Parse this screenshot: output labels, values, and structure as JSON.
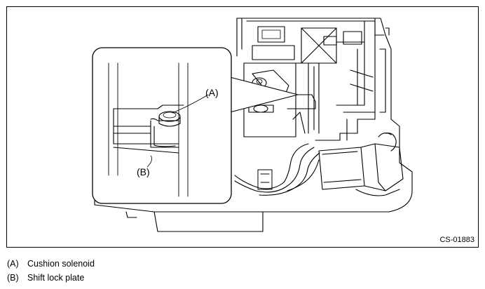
{
  "figure": {
    "code": "CS-01883",
    "callouts": [
      {
        "key": "a",
        "label": "(A)"
      },
      {
        "key": "b",
        "label": "(B)"
      }
    ]
  },
  "legend": [
    {
      "key": "(A)",
      "text": "Cushion solenoid"
    },
    {
      "key": "(B)",
      "text": "Shift lock plate"
    }
  ]
}
